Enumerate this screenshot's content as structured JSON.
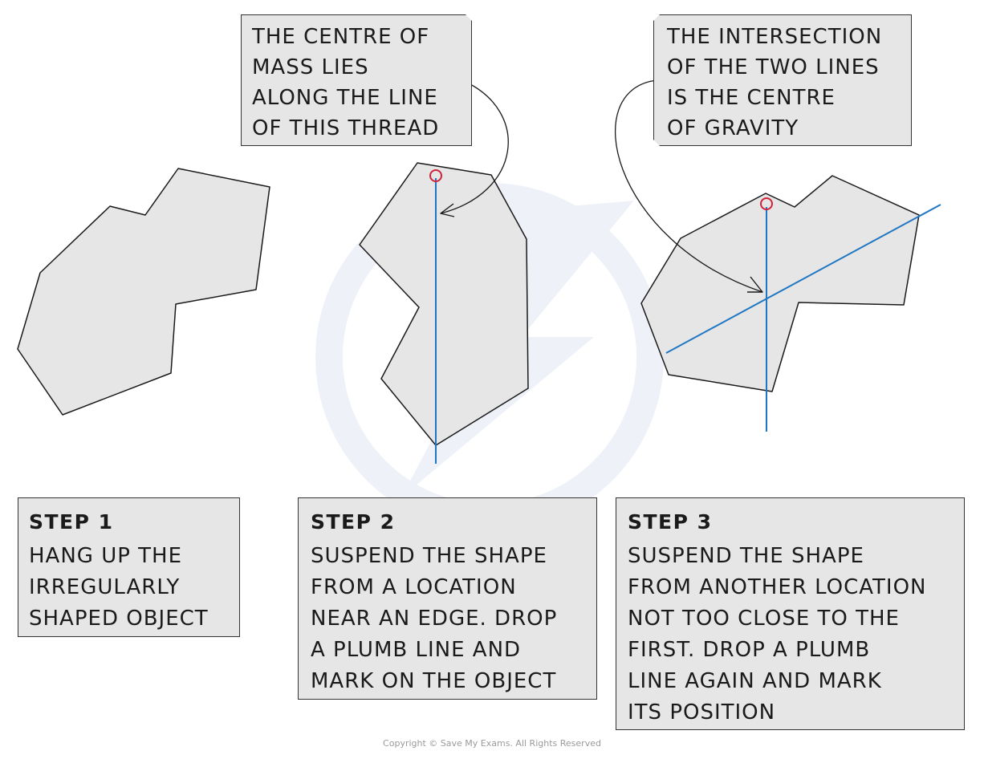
{
  "callouts": {
    "thread": {
      "lines": [
        "THE CENTRE OF",
        "MASS LIES",
        "ALONG THE LINE",
        "OF THIS THREAD"
      ]
    },
    "intersection": {
      "lines": [
        "THE INTERSECTION",
        "OF THE TWO LINES",
        "IS THE CENTRE",
        "OF GRAVITY"
      ]
    }
  },
  "steps": [
    {
      "title": "STEP 1",
      "lines": [
        "HANG UP THE",
        "IRREGULARLY",
        "SHAPED OBJECT"
      ]
    },
    {
      "title": "STEP 2",
      "lines": [
        "SUSPEND THE SHAPE",
        "FROM A LOCATION",
        "NEAR AN EDGE. DROP",
        "A PLUMB LINE AND",
        "MARK ON THE OBJECT"
      ]
    },
    {
      "title": "STEP 3",
      "lines": [
        "SUSPEND THE SHAPE",
        "FROM ANOTHER LOCATION",
        "NOT TOO CLOSE TO THE",
        "FIRST. DROP A PLUMB",
        "LINE AGAIN AND MARK",
        "ITS POSITION"
      ]
    }
  ],
  "copyright": "Copyright © Save My Exams. All Rights Reserved",
  "colors": {
    "shape_fill": "#e6e6e6",
    "outline": "#1a1a1a",
    "plumb_line": "#1f77c4",
    "suspension_point": "#d0223a",
    "watermark": "#eef2f8"
  }
}
